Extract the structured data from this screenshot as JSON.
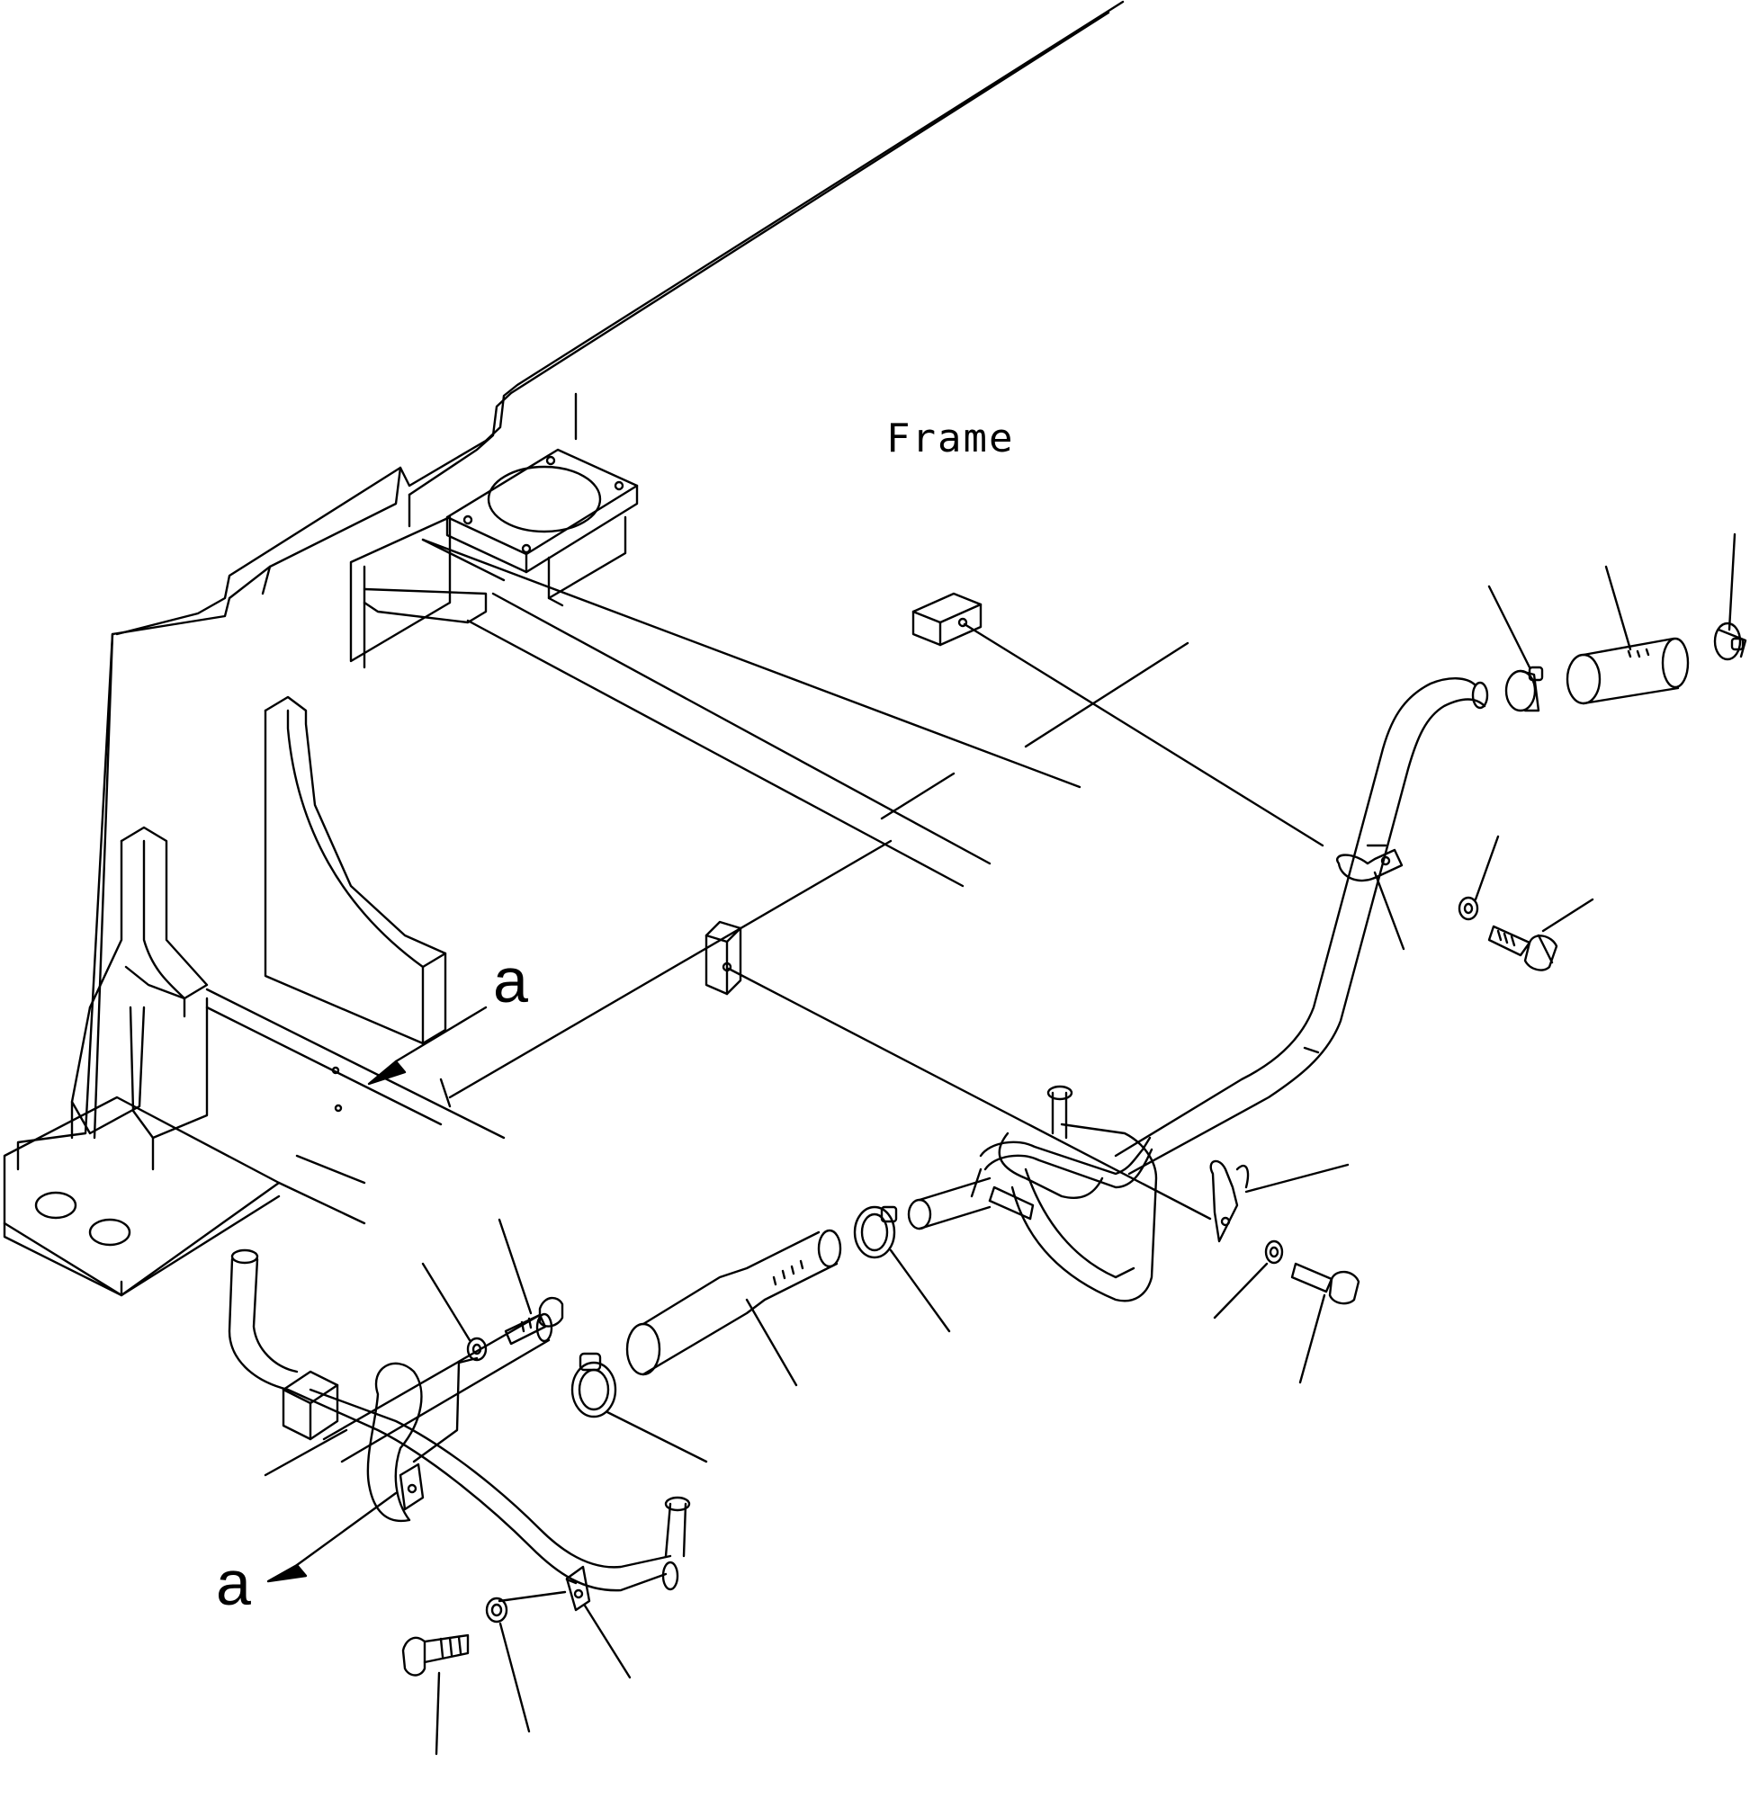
{
  "labels": {
    "frame": "Frame",
    "section_top": "a",
    "section_bottom": "a"
  },
  "style": {
    "line_color": "#000000",
    "background": "#ffffff"
  }
}
